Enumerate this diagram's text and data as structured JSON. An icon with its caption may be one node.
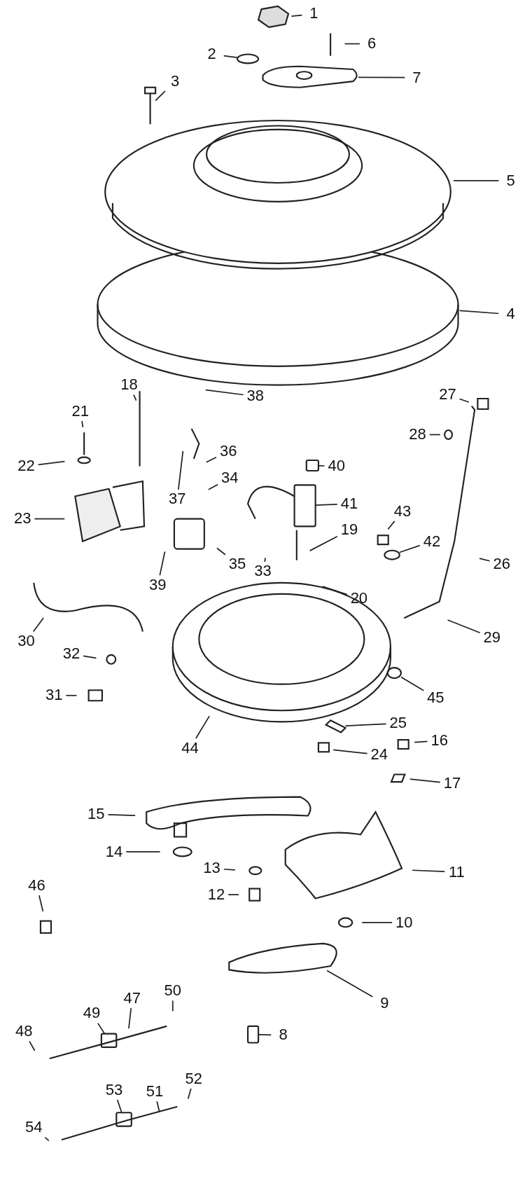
{
  "diagram": {
    "nodes": [
      {
        "text": [
          "1"
        ]
      },
      {
        "text": [
          "6"
        ]
      },
      {
        "text": [
          "2"
        ]
      },
      {
        "text": [
          "7"
        ]
      },
      {
        "text": [
          "3"
        ]
      },
      {
        "text": [
          "5"
        ]
      },
      {
        "text": [
          "4"
        ]
      },
      {
        "text": [
          "18"
        ]
      },
      {
        "text": [
          "38"
        ]
      },
      {
        "text": [
          "21"
        ]
      },
      {
        "text": [
          "27"
        ]
      },
      {
        "text": [
          "22"
        ]
      },
      {
        "text": [
          "36"
        ]
      },
      {
        "text": [
          "28"
        ]
      },
      {
        "text": [
          "40"
        ]
      },
      {
        "text": [
          "34"
        ]
      },
      {
        "text": [
          "37"
        ]
      },
      {
        "text": [
          "41"
        ]
      },
      {
        "text": [
          "23"
        ]
      },
      {
        "text": [
          "43"
        ]
      },
      {
        "text": [
          "19"
        ]
      },
      {
        "text": [
          "42"
        ]
      },
      {
        "text": [
          "26"
        ]
      },
      {
        "text": [
          "35"
        ]
      },
      {
        "text": [
          "33"
        ]
      },
      {
        "text": [
          "39"
        ]
      },
      {
        "text": [
          "20"
        ]
      },
      {
        "text": [
          "29"
        ]
      },
      {
        "text": [
          "30"
        ]
      },
      {
        "text": [
          "32"
        ]
      },
      {
        "text": [
          "45"
        ]
      },
      {
        "text": [
          "31"
        ]
      },
      {
        "text": [
          "44"
        ]
      },
      {
        "text": [
          "25"
        ]
      },
      {
        "text": [
          "16"
        ]
      },
      {
        "text": [
          "24"
        ]
      },
      {
        "text": [
          "17"
        ]
      },
      {
        "text": [
          "15"
        ]
      },
      {
        "text": [
          "14"
        ]
      },
      {
        "text": [
          "11"
        ]
      },
      {
        "text": [
          "13"
        ]
      },
      {
        "text": [
          "12"
        ]
      },
      {
        "text": [
          "46"
        ]
      },
      {
        "text": [
          "10"
        ]
      },
      {
        "text": [
          "50"
        ]
      },
      {
        "text": [
          "47"
        ]
      },
      {
        "text": [
          "9"
        ]
      },
      {
        "text": [
          "49"
        ]
      },
      {
        "text": [
          "8"
        ]
      },
      {
        "text": [
          "48"
        ]
      },
      {
        "text": [
          "52"
        ]
      },
      {
        "text": [
          "51"
        ]
      },
      {
        "text": [
          "53"
        ]
      },
      {
        "text": [
          "54"
        ]
      },
      {
        "text": [],
        "shape": "circle"
      },
      {
        "text": [],
        "shape": "picture"
      },
      {
        "text": [],
        "shape": "picture"
      },
      {
        "text": [],
        "shape": "box"
      },
      {
        "text": [],
        "shape": "box"
      },
      {
        "text": [],
        "shape": "circle"
      },
      {
        "text": [],
        "shape": "circle"
      },
      {
        "text": [],
        "shape": "picture"
      },
      {
        "text": [],
        "shape": "box"
      },
      {
        "text": [],
        "shape": "box"
      },
      {
        "text": [],
        "shape": "box"
      }
    ],
    "edges": [
      {
        "from": 0,
        "to": null,
        "arrow": "none"
      },
      {
        "from": 1,
        "to": null,
        "arrow": "none"
      },
      {
        "from": 2,
        "to": 54,
        "arrow": "none"
      },
      {
        "from": 3,
        "to": 56,
        "arrow": "none"
      },
      {
        "from": 4,
        "to": 55,
        "arrow": "none"
      },
      {
        "from": 5,
        "to": null,
        "arrow": "none"
      },
      {
        "from": 6,
        "to": null,
        "arrow": "none"
      },
      {
        "from": 7,
        "to": null,
        "arrow": "none"
      },
      {
        "from": 8,
        "to": null,
        "arrow": "none"
      },
      {
        "from": 9,
        "to": null,
        "arrow": "none"
      },
      {
        "from": 10,
        "to": null,
        "arrow": "none"
      },
      {
        "from": 11,
        "to": null,
        "arrow": "none"
      },
      {
        "from": 12,
        "to": null,
        "arrow": "none"
      },
      {
        "from": 13,
        "to": null,
        "arrow": "none"
      },
      {
        "from": 14,
        "to": 57,
        "arrow": "none"
      },
      {
        "from": 15,
        "to": null,
        "arrow": "none"
      },
      {
        "from": 16,
        "to": null,
        "arrow": "none"
      },
      {
        "from": 17,
        "to": 58,
        "arrow": "none"
      },
      {
        "from": 18,
        "to": null,
        "arrow": "none"
      },
      {
        "from": 19,
        "to": null,
        "arrow": "none"
      },
      {
        "from": 20,
        "to": null,
        "arrow": "none"
      },
      {
        "from": 21,
        "to": 59,
        "arrow": "none"
      },
      {
        "from": 22,
        "to": null,
        "arrow": "none"
      },
      {
        "from": 23,
        "to": null,
        "arrow": "none"
      },
      {
        "from": 24,
        "to": null,
        "arrow": "none"
      },
      {
        "from": 25,
        "to": null,
        "arrow": "none"
      },
      {
        "from": 26,
        "to": null,
        "arrow": "none"
      },
      {
        "from": 27,
        "to": null,
        "arrow": "none"
      },
      {
        "from": 28,
        "to": null,
        "arrow": "none"
      },
      {
        "from": 29,
        "to": null,
        "arrow": "none"
      },
      {
        "from": 30,
        "to": 60,
        "arrow": "none"
      },
      {
        "from": 31,
        "to": null,
        "arrow": "none"
      },
      {
        "from": 32,
        "to": null,
        "arrow": "none"
      },
      {
        "from": 33,
        "to": 61,
        "arrow": "none"
      },
      {
        "from": 34,
        "to": null,
        "arrow": "none"
      },
      {
        "from": 35,
        "to": null,
        "arrow": "none"
      },
      {
        "from": 36,
        "to": null,
        "arrow": "none"
      },
      {
        "from": 37,
        "to": null,
        "arrow": "none"
      },
      {
        "from": 38,
        "to": null,
        "arrow": "none"
      },
      {
        "from": 39,
        "to": null,
        "arrow": "none"
      },
      {
        "from": 40,
        "to": null,
        "arrow": "none"
      },
      {
        "from": 41,
        "to": null,
        "arrow": "none"
      },
      {
        "from": 42,
        "to": null,
        "arrow": "none"
      },
      {
        "from": 43,
        "to": null,
        "arrow": "none"
      },
      {
        "from": 44,
        "to": null,
        "arrow": "none"
      },
      {
        "from": 45,
        "to": null,
        "arrow": "none"
      },
      {
        "from": 46,
        "to": null,
        "arrow": "none"
      },
      {
        "from": 47,
        "to": 62,
        "arrow": "none"
      },
      {
        "from": 48,
        "to": 63,
        "arrow": "none"
      },
      {
        "from": 49,
        "to": null,
        "arrow": "none"
      },
      {
        "from": 50,
        "to": null,
        "arrow": "none"
      },
      {
        "from": 51,
        "to": null,
        "arrow": "none"
      },
      {
        "from": 52,
        "to": 64,
        "arrow": "none"
      },
      {
        "from": 53,
        "to": null,
        "arrow": "none"
      }
    ]
  }
}
